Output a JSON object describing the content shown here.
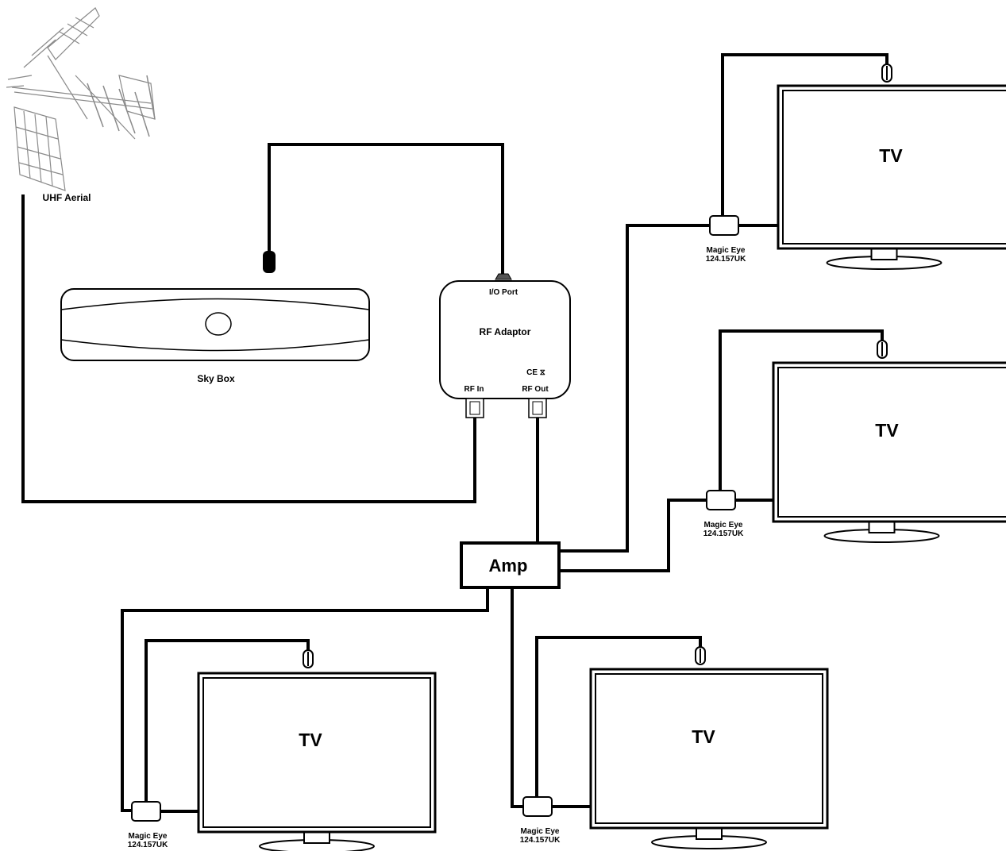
{
  "labels": {
    "aerial": "UHF Aerial",
    "sky_box": "Sky Box",
    "rf_adaptor": "RF Adaptor",
    "io_port": "I/O Port",
    "rf_in": "RF In",
    "rf_out": "RF Out",
    "ce_mark": "CE ⧖",
    "amp": "Amp"
  },
  "tvs": [
    {
      "label": "TV",
      "eye_line1": "Magic Eye",
      "eye_line2": "124.157UK"
    },
    {
      "label": "TV",
      "eye_line1": "Magic Eye",
      "eye_line2": "124.157UK"
    },
    {
      "label": "TV",
      "eye_line1": "Magic Eye",
      "eye_line2": "124.157UK"
    },
    {
      "label": "TV",
      "eye_line1": "Magic Eye",
      "eye_line2": "124.157UK"
    }
  ],
  "colors": {
    "line": "#000000",
    "background": "#ffffff",
    "aerial": "#8a8a8a"
  }
}
